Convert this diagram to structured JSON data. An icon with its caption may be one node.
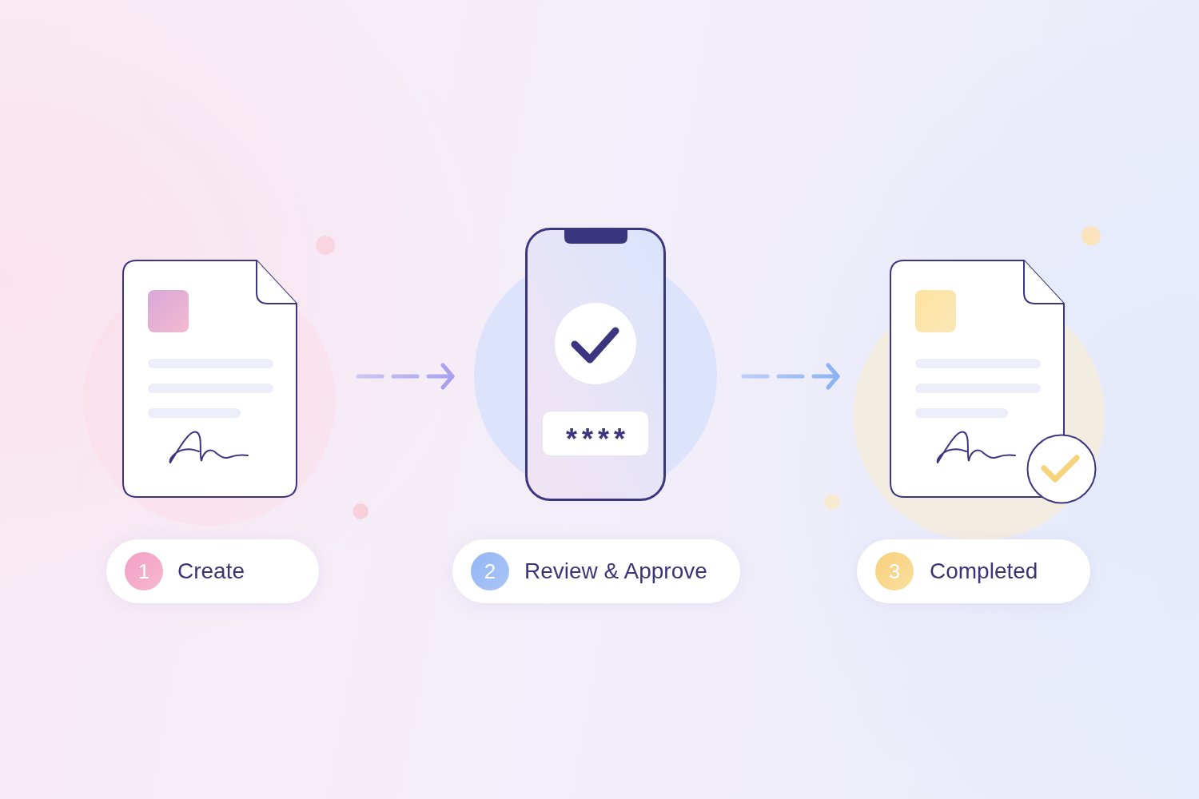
{
  "diagram": {
    "nodes": [
      {
        "text": [],
        "shape": "picture"
      },
      {
        "text": [
          "****"
        ]
      },
      {
        "text": [],
        "shape": "picture"
      },
      {
        "text": [
          "Create"
        ]
      },
      {
        "text": [
          "1"
        ],
        "in": 3
      },
      {
        "text": [
          "Review & Approve"
        ]
      },
      {
        "text": [
          "2"
        ],
        "in": 5
      },
      {
        "text": [
          "Completed"
        ]
      },
      {
        "text": [
          "3"
        ],
        "in": 7
      }
    ],
    "edges": [
      {
        "from": 0,
        "to": 1,
        "arrow": "to",
        "style": "dashed",
        "color": "#a8a2ee"
      },
      {
        "from": 1,
        "to": 2,
        "arrow": "to",
        "style": "dashed",
        "color": "#8cb3f4"
      }
    ]
  }
}
